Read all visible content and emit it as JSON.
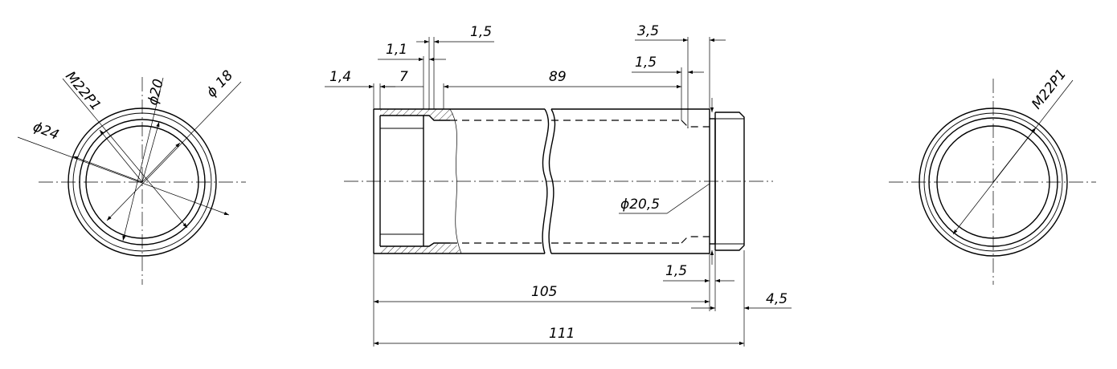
{
  "dimensions": {
    "d_24": "ϕ24",
    "m22_left": "M22P1",
    "d_20": "ϕ20",
    "d_18": "ϕ 18",
    "len_14": "1,4",
    "len_7": "7",
    "len_1_1": "1,1",
    "len_1_5_top": "1,5",
    "len_89": "89",
    "len_3_5": "3,5",
    "len_1_5_right": "1,5",
    "d_20_5": "ϕ20,5",
    "len_1_5_bottom": "1,5",
    "len_105": "105",
    "len_4_5": "4,5",
    "len_111": "111",
    "m22_right": "M22P1"
  }
}
